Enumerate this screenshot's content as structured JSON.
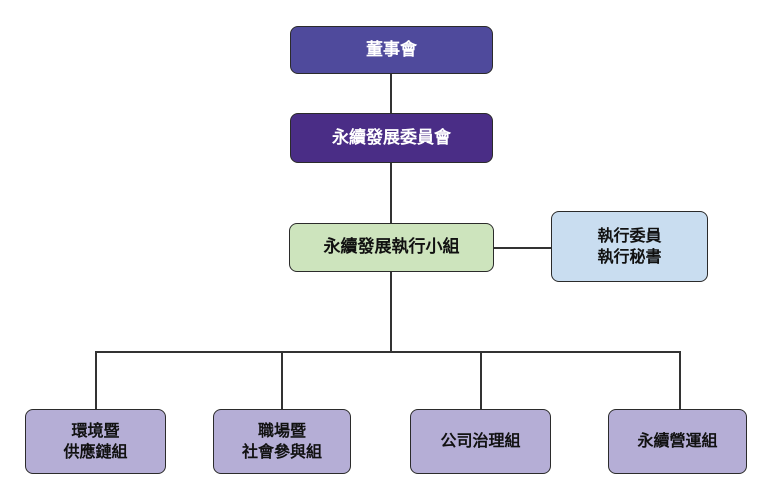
{
  "org_chart": {
    "board": {
      "label": "董事會"
    },
    "committee": {
      "label": "永續發展委員會"
    },
    "exec_group": {
      "label": "永續發展執行小組"
    },
    "secretary": {
      "line1": "執行委員",
      "line2": "執行秘書"
    },
    "teams": [
      {
        "line1": "環境暨",
        "line2": "供應鏈組"
      },
      {
        "line1": "職場暨",
        "line2": "社會參與組"
      },
      {
        "line1": "公司治理組"
      },
      {
        "line1": "永續營運組"
      }
    ]
  },
  "colors": {
    "board_fill": "#4f4a9c",
    "committee_fill": "#4a2d86",
    "exec_group_fill": "#cde4bd",
    "secretary_fill": "#c9ddf0",
    "team_fill": "#b5aed6",
    "connector": "#333333"
  }
}
